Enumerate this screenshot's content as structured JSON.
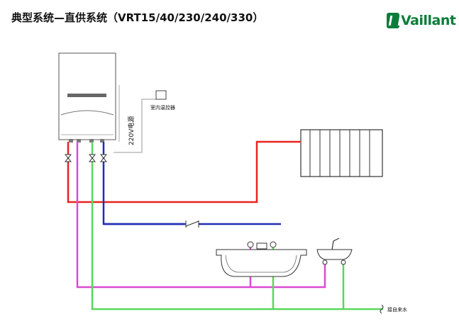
{
  "title": "典型系统—直供系统（VRT15/40/230/240/330）",
  "brand": {
    "name": "Vaillant",
    "color": "#0a7d3a"
  },
  "labels": {
    "thermostat": "室内温控器",
    "power": "220V电源",
    "water_supply": "接自来水"
  },
  "colors": {
    "heating_supply": "#e8231f",
    "heating_return": "#1f2fb5",
    "hot_water": "#d94bd3",
    "cold_water": "#58d85a",
    "outline": "#555555"
  }
}
